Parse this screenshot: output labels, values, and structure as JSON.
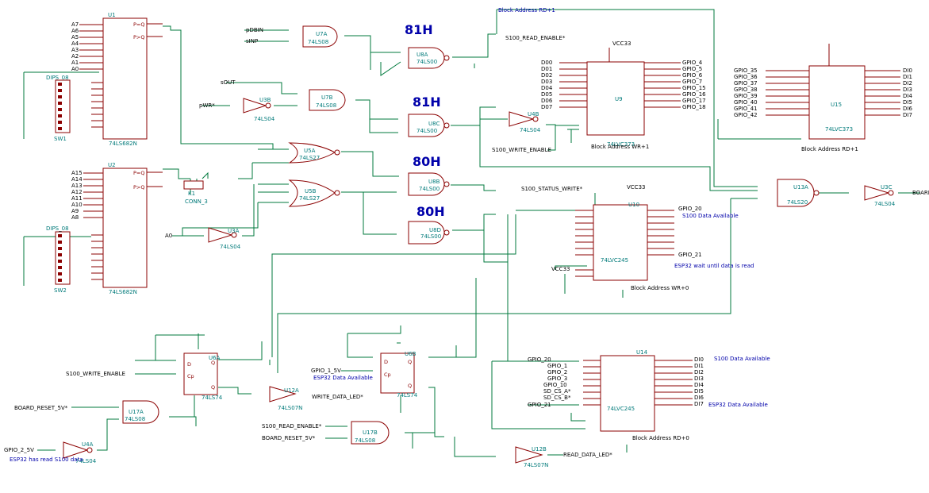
{
  "headers": [
    "81H",
    "81H",
    "80H",
    "80H"
  ],
  "chips": {
    "u1": {
      "ref": "U1",
      "part": "74LS682N",
      "outs": [
        "P=Q",
        "P>Q"
      ],
      "inputs": [
        "A7",
        "A6",
        "A5",
        "A4",
        "A3",
        "A2",
        "A1",
        "A0"
      ]
    },
    "u2": {
      "ref": "U2",
      "part": "74LS682N",
      "outs": [
        "P=Q",
        "P>Q"
      ],
      "inputs": [
        "A15",
        "A14",
        "A13",
        "A12",
        "A11",
        "A10",
        "A9",
        "A8"
      ]
    },
    "u7a": {
      "ref": "U7A",
      "part": "74LS08"
    },
    "u7b": {
      "ref": "U7B",
      "part": "74LS08"
    },
    "u8a": {
      "ref": "U8A",
      "part": "74LS00"
    },
    "u8b": {
      "ref": "U8B",
      "part": "74LS00"
    },
    "u8c": {
      "ref": "U8C",
      "part": "74LS00"
    },
    "u8d": {
      "ref": "U8D",
      "part": "74LS00"
    },
    "u3a": {
      "ref": "U3A",
      "part": "74LS04"
    },
    "u3b": {
      "ref": "U3B",
      "part": "74LS04"
    },
    "u3c": {
      "ref": "U3C",
      "part": "74LS04"
    },
    "u4a": {
      "ref": "U4A",
      "part": "74LS04"
    },
    "u4b": {
      "ref": "U4B",
      "part": "74LS04"
    },
    "u5a": {
      "ref": "U5A",
      "part": "74LS27"
    },
    "u5b": {
      "ref": "U5B",
      "part": "74LS27"
    },
    "u6a": {
      "ref": "U6A",
      "part": "74LS74"
    },
    "u6b": {
      "ref": "U6B",
      "part": "74LS74"
    },
    "u12a": {
      "ref": "U12A",
      "part": "74LS07N"
    },
    "u12b": {
      "ref": "U12B",
      "part": "74LS07N"
    },
    "u13a": {
      "ref": "U13A",
      "part": "74LS20"
    },
    "u17a": {
      "ref": "U17A",
      "part": "74LS08"
    },
    "u17b": {
      "ref": "U17B",
      "part": "74LS08"
    },
    "u9": {
      "ref": "U9",
      "part": "74LVC373",
      "caption": "Block Address WR+1",
      "inputs": [
        "D00",
        "D01",
        "D02",
        "D03",
        "D04",
        "D05",
        "D06",
        "D07"
      ],
      "outputs": [
        "GPIO_4",
        "GPIO_5",
        "GPIO_6",
        "GPIO_7",
        "GPIO_15",
        "GPIO_16",
        "GPIO_17",
        "GPIO_18"
      ]
    },
    "u15": {
      "ref": "U15",
      "part": "74LVC373",
      "caption": "Block Address RD+1",
      "inputs": [
        "GPIO_35",
        "GPIO_36",
        "GPIO_37",
        "GPIO_38",
        "GPIO_39",
        "GPIO_40",
        "GPIO_41",
        "GPIO_42"
      ],
      "outputs": [
        "DI0",
        "DI1",
        "DI2",
        "DI3",
        "DI4",
        "DI5",
        "DI6",
        "DI7"
      ]
    },
    "u10": {
      "ref": "U10",
      "part": "74LVC245",
      "caption": "Block Address WR+0"
    },
    "u14": {
      "ref": "U14",
      "part": "74LVC245",
      "caption": "Block Address RD+0",
      "inputs": [
        "GPIO_1",
        "GPIO_2",
        "GPIO_3",
        "GPIO_10",
        "SD_CS_A*",
        "SD_CS_B*"
      ],
      "outputs": [
        "DI0",
        "DI1",
        "DI2",
        "DI3",
        "DI4",
        "DI5",
        "DI6",
        "DI7"
      ]
    },
    "sw1": {
      "ref": "SW1",
      "part": "DIPS_08"
    },
    "sw2": {
      "ref": "SW2",
      "part": "DIPS_08"
    },
    "k1": {
      "ref": "K1",
      "part": "CONN_3"
    }
  },
  "signals": {
    "pdbin": "pDBIN",
    "sinp": "sINP",
    "sout": "sOUT",
    "pwr": "pWR*",
    "a0": "A0",
    "s100_read_enable": "S100_READ_ENABLE*",
    "s100_write_enable": "S100_WRITE_ENABLE",
    "s100_status_write": "S100_STATUS_WRITE*",
    "block_rd1": "Block Address RD+1",
    "vcc33": "VCC33",
    "board": "BOARD",
    "gpio20": "GPIO_20",
    "gpio21": "GPIO_21",
    "gpio1_5v": "GPIO_1_5V",
    "gpio2_5v": "GPIO_2_5V",
    "board_reset": "BOARD_RESET_5V*",
    "write_led": "WRITE_DATA_LED*",
    "read_led": "READ_DATA_LED*"
  },
  "notes": {
    "s100_avail": "S100 Data Available",
    "esp32_wait": "ESP32 wait until data is read",
    "esp32_avail": "ESP32 Data Available",
    "s100_avail2": "S100 Data Available",
    "esp32_avail2": "ESP32 Data Available",
    "esp32_read": "ESP32 has read S100 data"
  },
  "colors": {
    "wire": "#007a3d",
    "body": "#8b0000",
    "pin": "#8b0000",
    "heading": "#0000aa",
    "label": "#007a7a"
  }
}
